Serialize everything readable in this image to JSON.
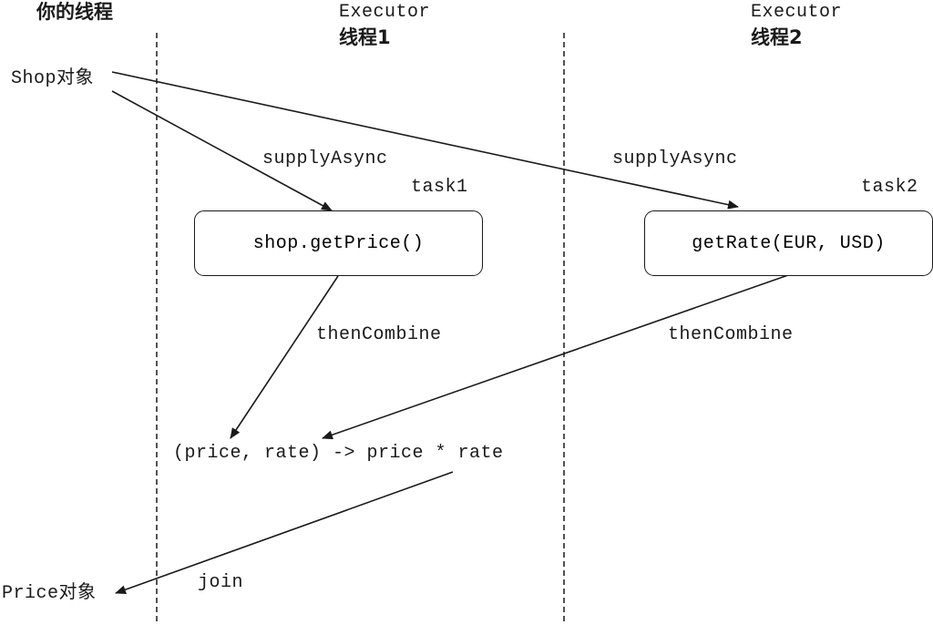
{
  "lanes": {
    "your_thread": {
      "label": "你的线程"
    },
    "executor1": {
      "executor": "Executor",
      "thread": "线程1"
    },
    "executor2": {
      "executor": "Executor",
      "thread": "线程2"
    }
  },
  "nodes": {
    "shop_object": "Shop对象",
    "task1": {
      "tag": "task1",
      "code": "shop.getPrice()"
    },
    "task2": {
      "tag": "task2",
      "code": "getRate(EUR, USD)"
    },
    "combine": "(price, rate) -> price * rate",
    "price_object": "Price对象"
  },
  "edges": {
    "supply1": "supplyAsync",
    "supply2": "supplyAsync",
    "combine1": "thenCombine",
    "combine2": "thenCombine",
    "join": "join"
  }
}
